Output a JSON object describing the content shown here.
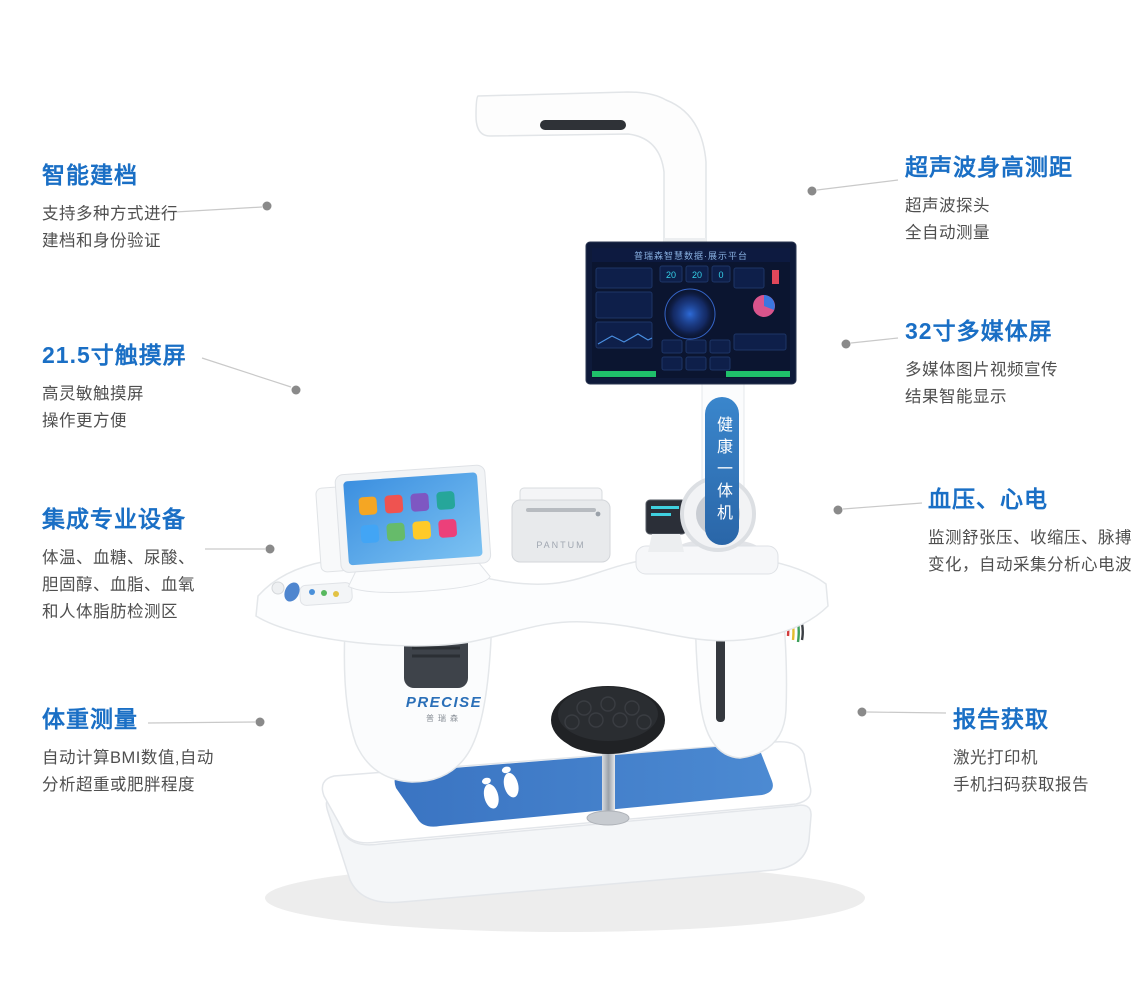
{
  "annotations": {
    "left": [
      {
        "title": "智能建档",
        "lines": [
          "支持多种方式进行",
          "建档和身份验证"
        ]
      },
      {
        "title": "21.5寸触摸屏",
        "lines": [
          "高灵敏触摸屏",
          "操作更方便"
        ]
      },
      {
        "title": "集成专业设备",
        "lines": [
          "体温、血糖、尿酸、",
          "胆固醇、血脂、血氧",
          "和人体脂肪检测区"
        ]
      },
      {
        "title": "体重测量",
        "lines": [
          "自动计算BMI数值,自动",
          "分析超重或肥胖程度"
        ]
      }
    ],
    "right": [
      {
        "title": "超声波身高测距",
        "lines": [
          "超声波探头",
          "全自动测量"
        ]
      },
      {
        "title": "32寸多媒体屏",
        "lines": [
          "多媒体图片视频宣传",
          "结果智能显示"
        ]
      },
      {
        "title": "血压、心电",
        "lines": [
          "监测舒张压、收缩压、脉搏",
          "变化，自动采集分析心电波"
        ]
      },
      {
        "title": "报告获取",
        "lines": [
          "激光打印机",
          "手机扫码获取报告"
        ]
      }
    ]
  },
  "device": {
    "screen_title": "普瑞森智慧数据·展示平台",
    "screen_stats": [
      "20",
      "20",
      "0"
    ],
    "pillar_label": "健康一体机",
    "brand": "PRECISE",
    "brand_sub": "普瑞森",
    "printer_brand": "PANTUM"
  },
  "colors": {
    "accent_blue": "#1a6fc5",
    "body_text": "#4f4f4f",
    "connector_line": "#c9c9c9",
    "connector_dot": "#8a8a8a",
    "mat_blue": "#3f7dc9",
    "screen_navy": "#0b1530",
    "badge_blue": "#2e74b8",
    "green_bar": "#1fc06a"
  }
}
